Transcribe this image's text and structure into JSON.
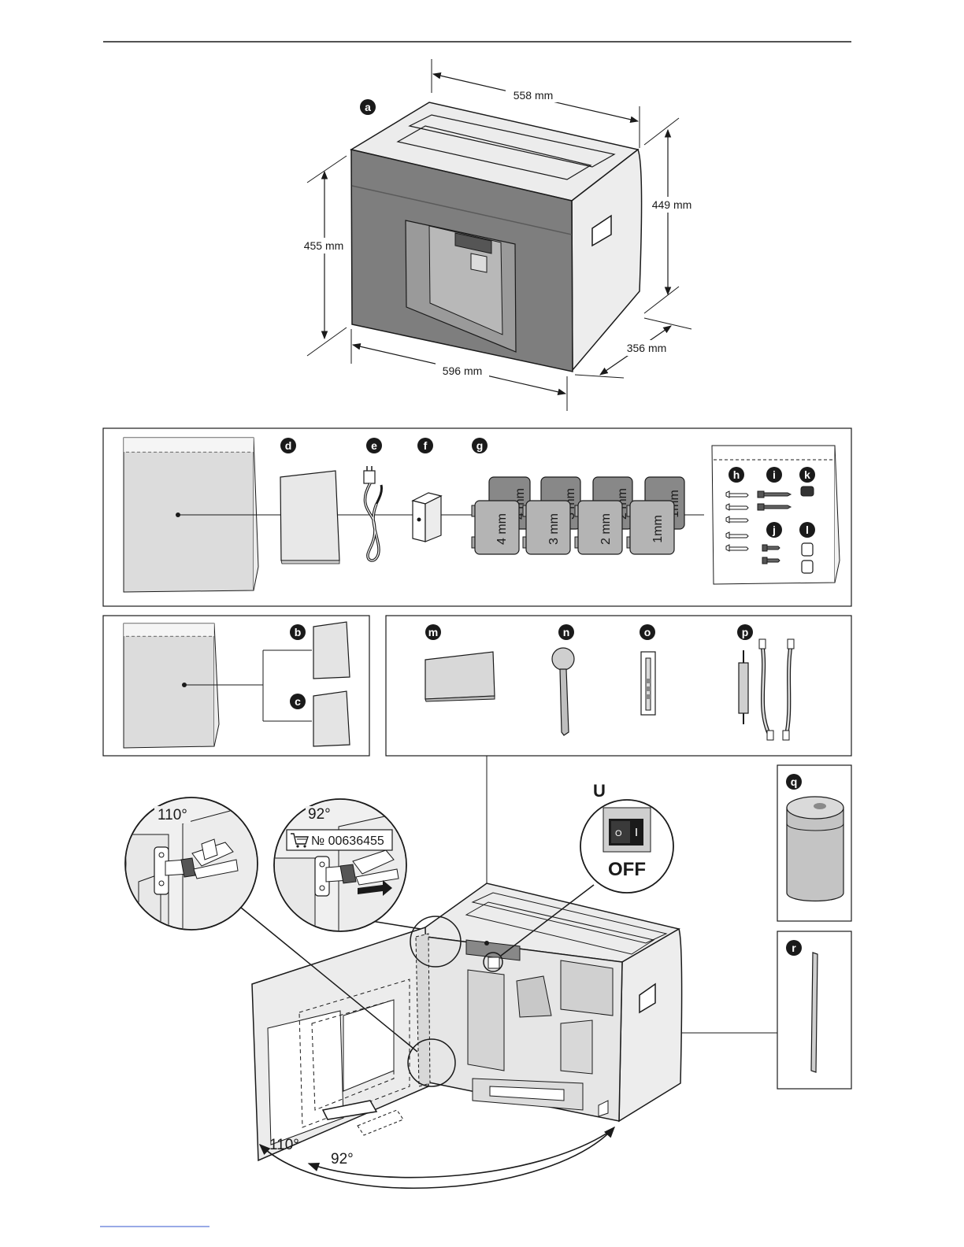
{
  "dimensions": {
    "depth_top": "558 mm",
    "height_right": "449 mm",
    "height_left": "455 mm",
    "width": "596 mm",
    "depth_bottom": "356 mm"
  },
  "labels": {
    "a": "a",
    "b": "b",
    "c": "c",
    "d": "d",
    "e": "e",
    "f": "f",
    "g": "g",
    "h": "h",
    "i": "i",
    "j": "j",
    "k": "k",
    "l": "l",
    "m": "m",
    "n": "n",
    "o": "o",
    "p": "p",
    "q": "q",
    "r": "r"
  },
  "shims": [
    "4 mm",
    "3 mm",
    "2 mm",
    "1mm"
  ],
  "hinge": {
    "angle_left": "110°",
    "angle_right": "92°",
    "part_number": "№ 00636455",
    "door_angle_a": "110°",
    "door_angle_b": "92°"
  },
  "switch": {
    "callout": "U",
    "off_label": "OFF"
  },
  "colors": {
    "panel_dark": "#7a7a7a",
    "body_light": "#e6e6e6",
    "bag_fill": "#dedede",
    "line": "#1a1a1a"
  }
}
